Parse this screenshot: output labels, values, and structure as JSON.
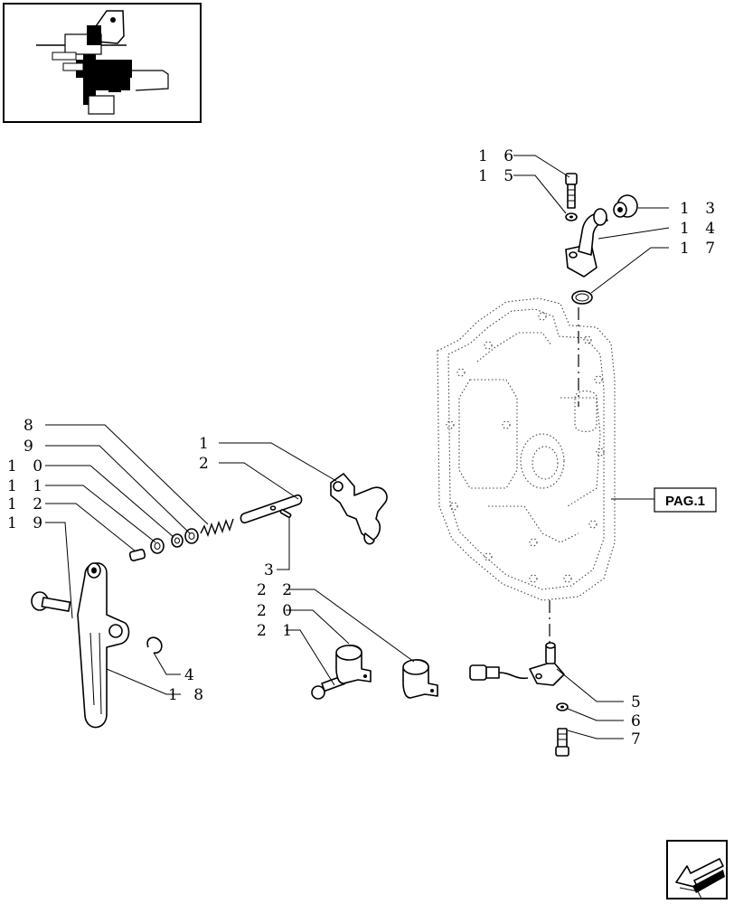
{
  "callouts": {
    "c1": "1",
    "c2": "2",
    "c3": "3",
    "c4": "4",
    "c5": "5",
    "c6": "6",
    "c7": "7",
    "c8": "8",
    "c9": "9",
    "c10": "1 0",
    "c11": "1 1",
    "c12": "1 2",
    "c13": "1 3",
    "c14": "1 4",
    "c15": "1 5",
    "c16": "1 6",
    "c17": "1 7",
    "c18": "1 8",
    "c19": "1 9",
    "c20": "2 0",
    "c21": "2 1",
    "c22": "2 2"
  },
  "page_reference": "PAG.1",
  "icons": {
    "thumbnail": "gearbox-assembly-thumbnail-icon",
    "navigation": "back-arrow-icon"
  }
}
